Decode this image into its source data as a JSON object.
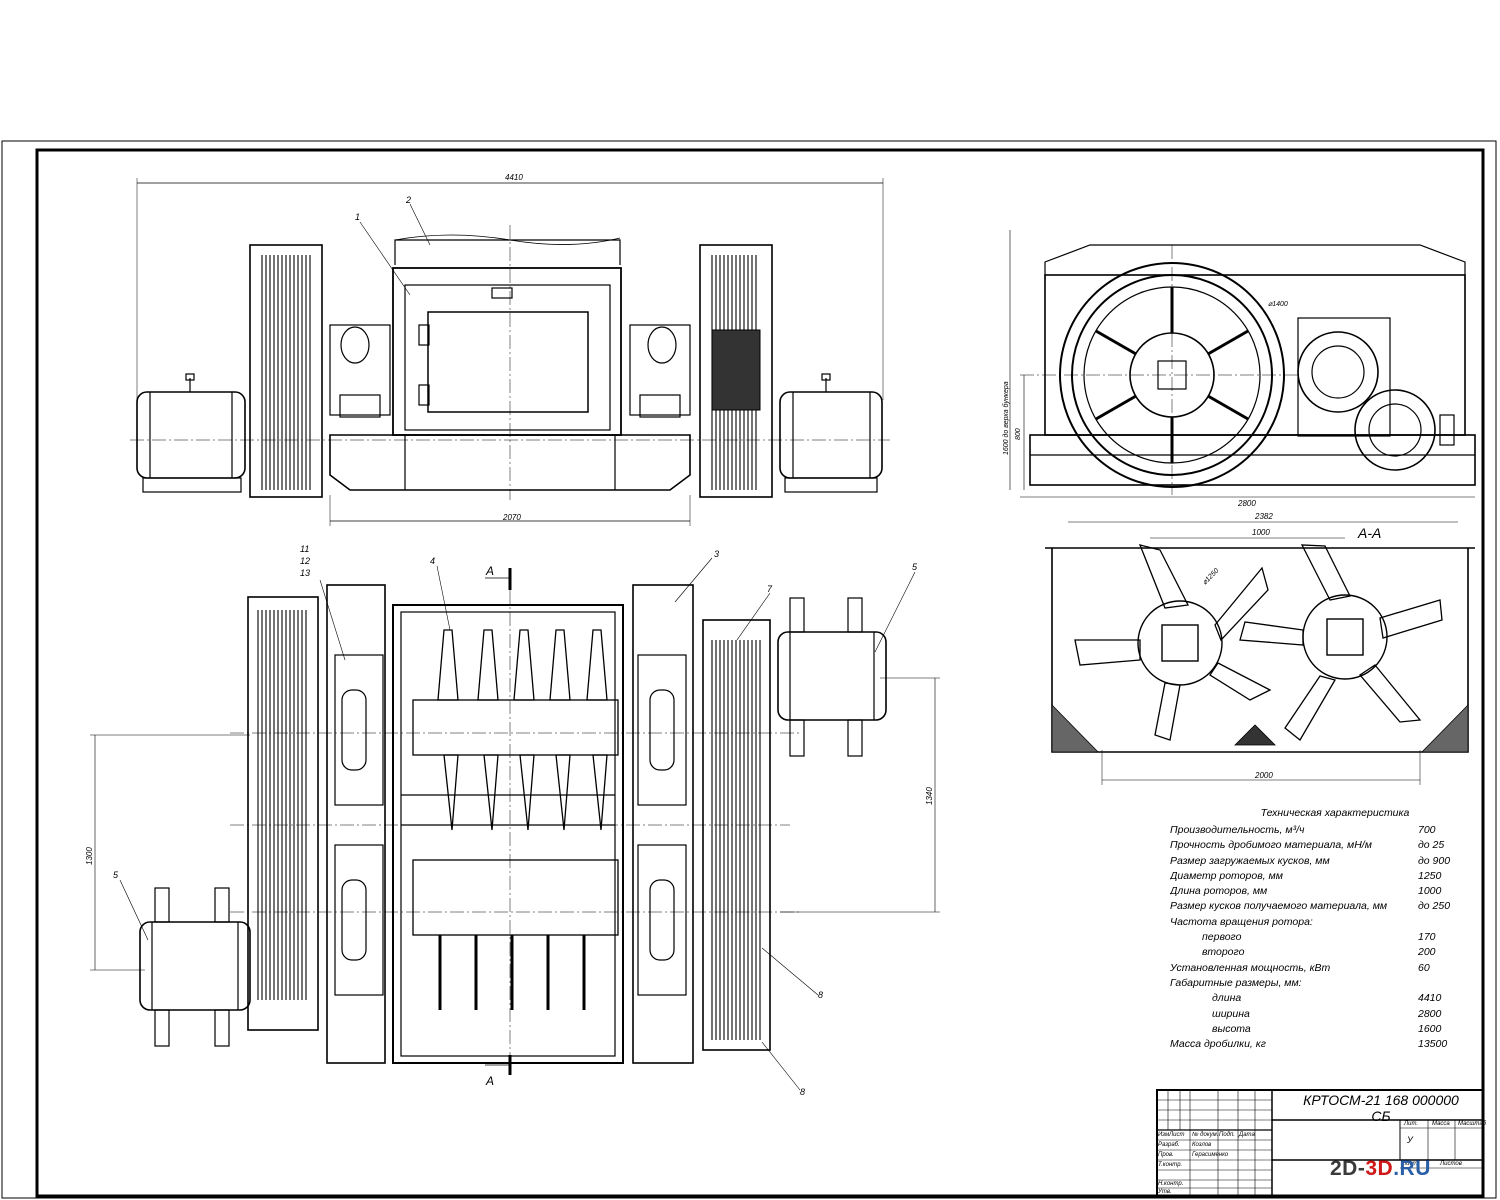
{
  "drawing": {
    "document_code": "КРТОСМ-21 168 000000 СБ",
    "section_label": "А-А",
    "section_marks": [
      "А",
      "А"
    ],
    "watermark": {
      "part1": "2D-",
      "part2": "3D",
      "part3": ".RU"
    }
  },
  "dimensions": {
    "overall_length": "4410",
    "base_length": "2070",
    "side_height": "1600 до верха бункера",
    "side_axis_height": "800",
    "side_width": "2800",
    "section_width_top": "2382",
    "section_spacing": "1000",
    "section_width_bottom": "2000",
    "rotor_diameter": "⌀1250",
    "pulley_diameter": "⌀1400",
    "plan_left_height": "1300",
    "plan_right_height": "1340"
  },
  "callouts": [
    "1",
    "2",
    "3",
    "4",
    "5",
    "5",
    "7",
    "8",
    "8",
    "11",
    "12",
    "13"
  ],
  "specifications": {
    "title": "Техническая характеристика",
    "rows": [
      {
        "label": "Производительность, м³/ч",
        "value": "700",
        "indent": 0
      },
      {
        "label": "Прочность дробимого материала, мН/м",
        "value": "до 25",
        "indent": 0
      },
      {
        "label": "Размер загружаемых кусков, мм",
        "value": "до 900",
        "indent": 0
      },
      {
        "label": "Диаметр роторов, мм",
        "value": "1250",
        "indent": 0
      },
      {
        "label": "Длина роторов, мм",
        "value": "1000",
        "indent": 0
      },
      {
        "label": "Размер кусков получаемого материала, мм",
        "value": "до 250",
        "indent": 0
      },
      {
        "label": "Частота вращения ротора:",
        "value": "",
        "indent": 0
      },
      {
        "label": "первого",
        "value": "170",
        "indent": 1
      },
      {
        "label": "второго",
        "value": "200",
        "indent": 1
      },
      {
        "label": "Установленная мощность, кВт",
        "value": "60",
        "indent": 0
      },
      {
        "label": "Габаритные размеры, мм:",
        "value": "",
        "indent": 0
      },
      {
        "label": "длина",
        "value": "4410",
        "indent": 2
      },
      {
        "label": "ширина",
        "value": "2800",
        "indent": 2
      },
      {
        "label": "высота",
        "value": "1600",
        "indent": 2
      },
      {
        "label": "Масса дробилки, кг",
        "value": "13500",
        "indent": 0
      }
    ]
  },
  "title_block": {
    "labels": [
      "Изм",
      "Лист",
      "№ докум.",
      "Подп.",
      "Дата",
      "Разраб.",
      "Пров.",
      "Т.контр.",
      "Н.контр.",
      "Утв.",
      "Лит.",
      "Масса",
      "Масштаб",
      "Лист",
      "Листов"
    ],
    "names": [
      "Козлов",
      "Герасименко"
    ],
    "letter": "У"
  }
}
